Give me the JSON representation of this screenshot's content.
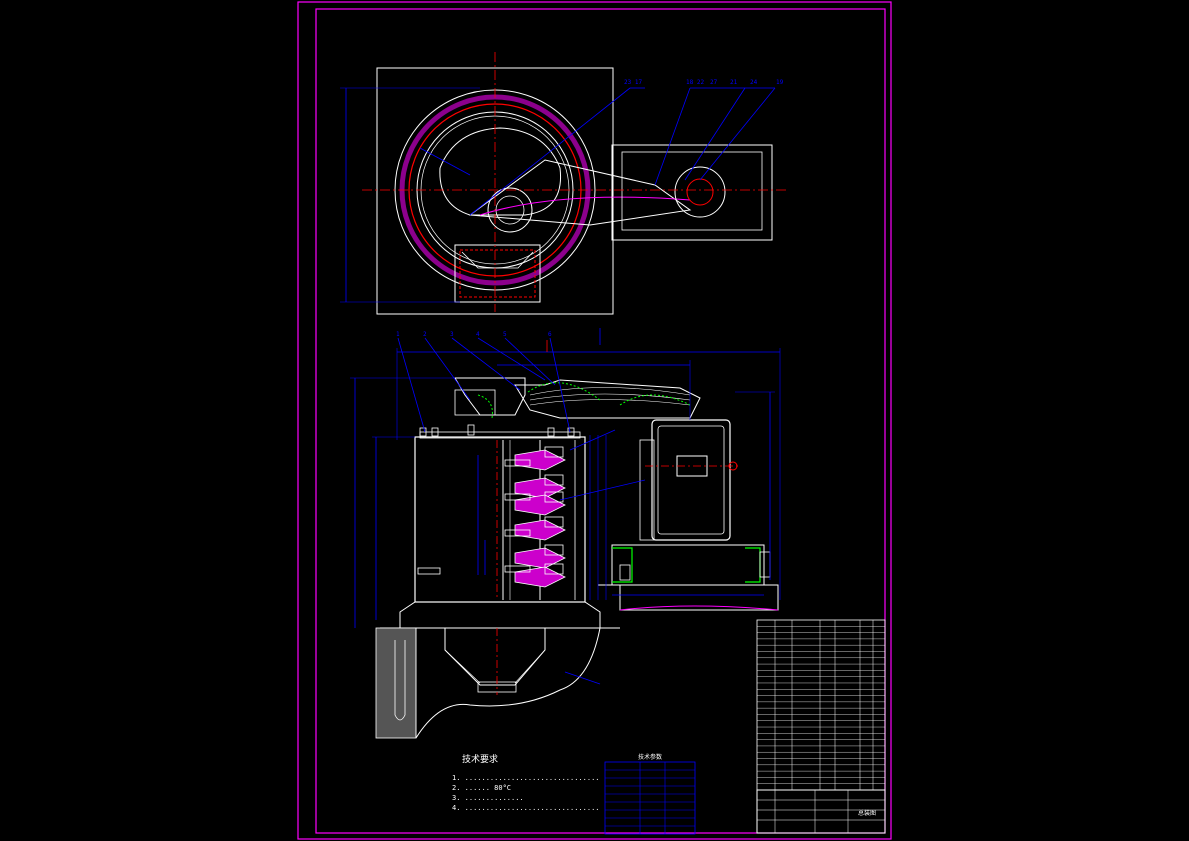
{
  "colors": {
    "background": "#000000",
    "frame": "#ff00ff",
    "outline": "#ffffff",
    "dimension": "#0000ff",
    "centerline": "#ff0000",
    "hatch": "#ff00ff",
    "fill_magenta": "#cc00cc",
    "accent_green": "#00ff00",
    "table_text": "#ffffff"
  },
  "icons": {
    "top_view": "circular-housing-plan-view",
    "front_view": "crusher-section-view",
    "motor": "motor-block",
    "hopper": "discharge-hopper"
  },
  "callouts": {
    "top_view": [
      "23 17",
      "18 22",
      "27",
      "21",
      "24",
      "19"
    ],
    "front_view": [
      "1",
      "2",
      "3",
      "4",
      "5",
      "6"
    ]
  },
  "notes": {
    "title": "技术要求",
    "items": [
      "1. ................................",
      "2. ...... 80°C",
      "3. ..............",
      "4. ................................"
    ]
  },
  "spec_table": {
    "title": "技术参数",
    "rows": 9
  },
  "parts_table": {
    "rows": 27
  },
  "title_block": {
    "drawing_label": "总装图"
  }
}
